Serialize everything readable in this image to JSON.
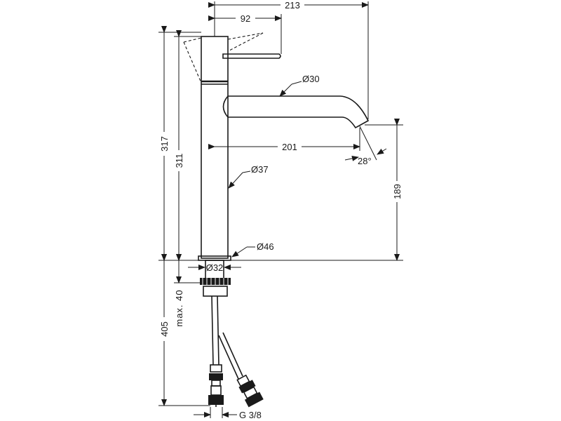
{
  "drawing": {
    "dimensions": {
      "d213": "213",
      "d92": "92",
      "d201": "201",
      "d317": "317",
      "d311": "311",
      "d189": "189",
      "d405": "405",
      "dmax40": "max. 40",
      "d28": "28°"
    },
    "diameters": {
      "o30": "Ø30",
      "o37": "Ø37",
      "o46": "Ø46",
      "o32": "Ø32"
    },
    "thread": "G 3/8"
  }
}
